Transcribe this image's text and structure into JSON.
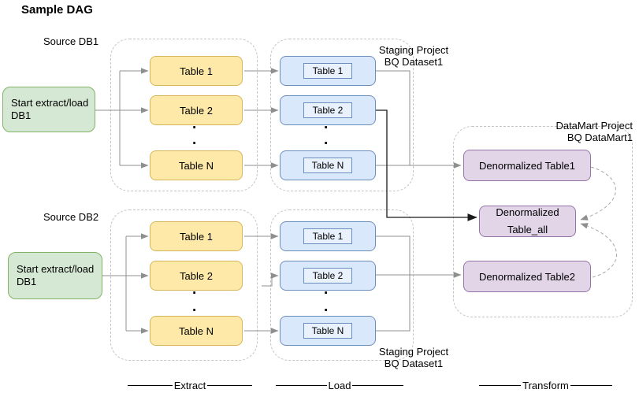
{
  "title": "Sample DAG",
  "row1": {
    "source_label": "Source DB1",
    "start_box": {
      "line1": "Start extract/load",
      "line2": "DB1"
    },
    "extract_tables": [
      "Table 1",
      "Table 2",
      "Table N"
    ],
    "load_tables": [
      "Table 1",
      "Table 2",
      "Table N"
    ],
    "staging_label": {
      "line1": "Staging Project",
      "line2": "BQ Dataset1"
    }
  },
  "row2": {
    "source_label": "Source DB2",
    "start_box": {
      "line1": "Start extract/load",
      "line2": "DB1"
    },
    "extract_tables": [
      "Table 1",
      "Table 2",
      "Table N"
    ],
    "load_tables": [
      "Table 1",
      "Table 2",
      "Table N"
    ],
    "staging_label": {
      "line1": "Staging Project",
      "line2": "BQ Dataset1"
    }
  },
  "datamart": {
    "label": {
      "line1": "DataMart Project",
      "line2": "BQ DataMart1"
    },
    "table1": "Denormalized Table1",
    "table_all": {
      "line1": "Denormalized",
      "line2": "Table_all"
    },
    "table2": "Denormalized Table2"
  },
  "phases": {
    "extract": "Extract",
    "load": "Load",
    "transform": "Transform"
  },
  "misc": {
    "ellipsis_dot": "."
  },
  "colors": {
    "start_fill": "#d5e8d4",
    "start_border": "#82b366",
    "extract_fill": "#ffe9a9",
    "extract_border": "#d6b656",
    "load_fill": "#dae8fc",
    "load_border": "#6c8ebf",
    "transform_fill": "#e1d5e7",
    "transform_border": "#9673a6",
    "connector_gray": "#8f8f8f",
    "connector_black": "#1b1b1b",
    "container_dash": "#c4c4c4"
  }
}
